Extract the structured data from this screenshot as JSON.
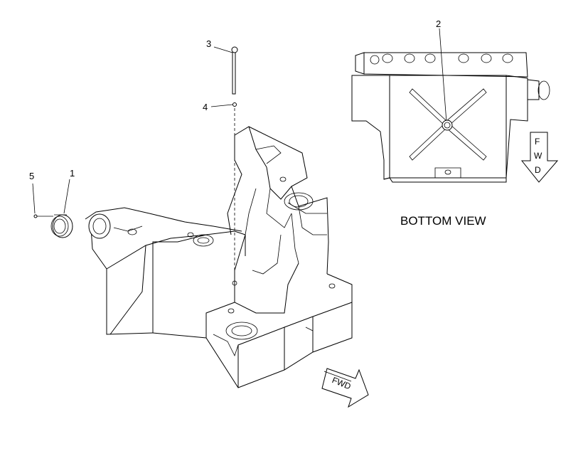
{
  "callouts": [
    {
      "id": "callout-1",
      "label": "1"
    },
    {
      "id": "callout-2",
      "label": "2"
    },
    {
      "id": "callout-3",
      "label": "3"
    },
    {
      "id": "callout-4",
      "label": "4"
    },
    {
      "id": "callout-5",
      "label": "5"
    }
  ],
  "bottom_view": {
    "title": "BOTTOM VIEW"
  },
  "fwd_arrow_main": {
    "label": "FWD"
  },
  "fwd_arrow_bottom": {
    "letters": [
      "F",
      "W",
      "D"
    ]
  }
}
